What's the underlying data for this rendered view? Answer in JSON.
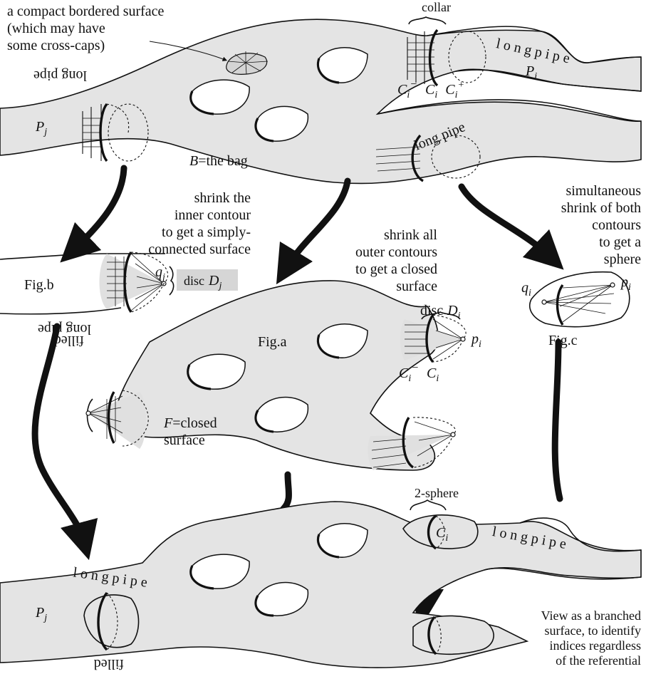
{
  "labels": {
    "compact_surface": [
      "a compact bordered surface",
      "(which may have",
      "some cross-caps)"
    ],
    "collar": "collar",
    "long_pipe": "long pipe",
    "long_pipe_spaced": "l o n g p i p e",
    "p_i": "P",
    "p_i_sub": "i",
    "p_j": "P",
    "p_j_sub": "j",
    "ci_minus": "C",
    "ci": "C",
    "ci_plus": "C",
    "sub_i": "i",
    "minus": "−",
    "plus": "+",
    "bag_label": "=the bag",
    "bag_letter": "B",
    "shrink_inner": [
      "shrink the",
      "inner contour",
      "to get a simply-",
      "connected surface"
    ],
    "shrink_outer": [
      "shrink all",
      "outer contours",
      "to get a closed",
      "surface"
    ],
    "simultaneous": [
      "simultaneous",
      "shrink of both",
      "contours",
      "to get a",
      "sphere"
    ],
    "fig_b": "Fig.b",
    "fig_a": "Fig.a",
    "fig_c": "Fig.c",
    "disc_dj": "disc",
    "disc_letter": "D",
    "disc_di": "disc",
    "q": "q",
    "p": "p",
    "filled": "filled",
    "closed_surface": [
      "=closed",
      "surface"
    ],
    "F_letter": "F",
    "two_sphere": "2-sphere",
    "view_branched": [
      "View as a branched",
      "surface, to identify",
      "indices regardless",
      "of the referential"
    ]
  },
  "colors": {
    "surface_fill": "#e4e4e4",
    "disc_box": "#d6d6d6",
    "ink": "#111111"
  }
}
